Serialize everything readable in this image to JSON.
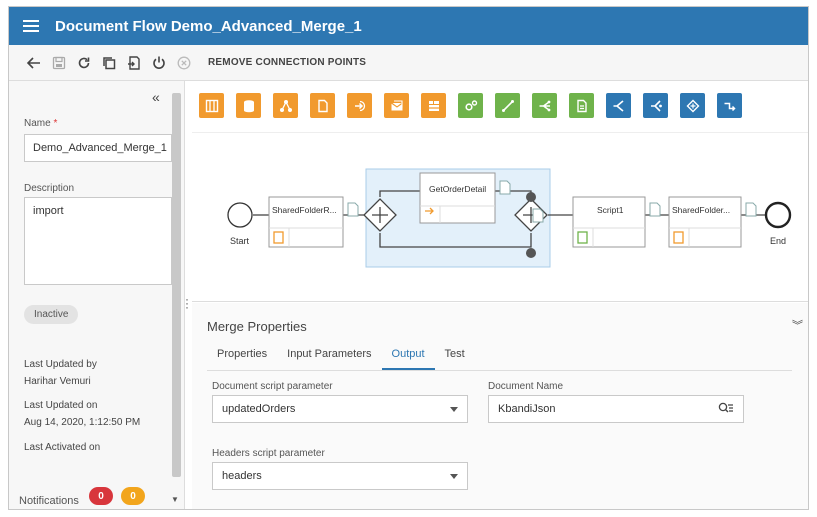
{
  "header": {
    "title": "Document Flow Demo_Advanced_Merge_1"
  },
  "toolbar": {
    "remove_label": "REMOVE CONNECTION POINTS"
  },
  "left_panel": {
    "name_label": "Name",
    "name_required": "*",
    "name_value": "Demo_Advanced_Merge_1",
    "description_label": "Description",
    "description_value": "import",
    "status": "Inactive",
    "last_updated_by_label": "Last Updated by",
    "last_updated_by_value": "Harihar Vemuri",
    "last_updated_on_label": "Last Updated on",
    "last_updated_on_value": "Aug 14, 2020, 1:12:50 PM",
    "last_activated_label": "Last Activated on",
    "notifications_label": "Notifications",
    "notification_counts": [
      "0",
      "0"
    ]
  },
  "palette": {
    "colors": {
      "orange": "#f19a2e",
      "green": "#6fb34b",
      "blue": "#2d77b2"
    },
    "items": [
      {
        "icon": "table-icon",
        "color": "orange"
      },
      {
        "icon": "database-icon",
        "color": "orange"
      },
      {
        "icon": "share-nodes-icon",
        "color": "orange"
      },
      {
        "icon": "document-icon",
        "color": "orange"
      },
      {
        "icon": "arrow-out-icon",
        "color": "orange"
      },
      {
        "icon": "mail-icon",
        "color": "orange"
      },
      {
        "icon": "list-icon",
        "color": "orange"
      },
      {
        "icon": "gears-icon",
        "color": "green"
      },
      {
        "icon": "line-icon",
        "color": "green"
      },
      {
        "icon": "split-icon",
        "color": "green"
      },
      {
        "icon": "script-doc-icon",
        "color": "green"
      },
      {
        "icon": "merge-left-icon",
        "color": "blue"
      },
      {
        "icon": "merge-advanced-icon",
        "color": "blue"
      },
      {
        "icon": "diamond-flow-icon",
        "color": "blue"
      },
      {
        "icon": "route-icon",
        "color": "blue"
      }
    ]
  },
  "flow": {
    "start_label": "Start",
    "end_label": "End",
    "nodes": [
      {
        "label": "SharedFolderR..."
      },
      {
        "label": "GetOrderDetail"
      },
      {
        "label": "Script1"
      },
      {
        "label": "SharedFolder..."
      }
    ]
  },
  "properties": {
    "title": "Merge Properties",
    "tabs": [
      "Properties",
      "Input Parameters",
      "Output",
      "Test"
    ],
    "active_tab": "Output",
    "document_script_param_label": "Document script parameter",
    "document_script_param_value": "updatedOrders",
    "document_name_label": "Document Name",
    "document_name_value": "KbandiJson",
    "headers_script_param_label": "Headers script parameter",
    "headers_script_param_value": "headers"
  }
}
